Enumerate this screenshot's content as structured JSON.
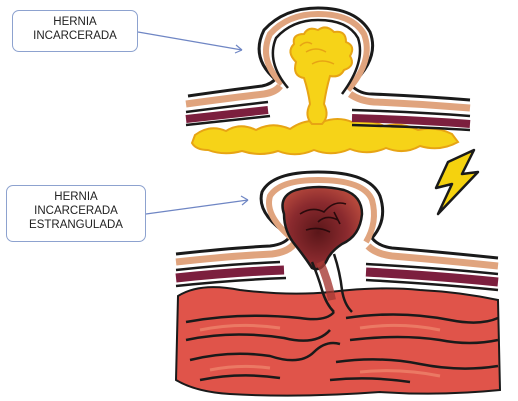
{
  "labels": {
    "incarcerated": {
      "line1": "HERNIA",
      "line2": "INCARCERADA"
    },
    "strangulated": {
      "line1": "HERNIA",
      "line2": "INCARCERADA",
      "line3": "ESTRANGULADA"
    }
  },
  "icons": {
    "alert": "lightning-bolt-icon"
  },
  "colors": {
    "callout_border": "#8da2cf",
    "leader_line": "#6f86c4",
    "fat_yellow": "#f6d318",
    "skin_tan": "#e0a47e",
    "muscle_maroon": "#7c1f3e",
    "bowel_red": "#e0544a",
    "strangulated_sac": "#8a2a2e",
    "bolt_yellow": "#f5d20e"
  }
}
